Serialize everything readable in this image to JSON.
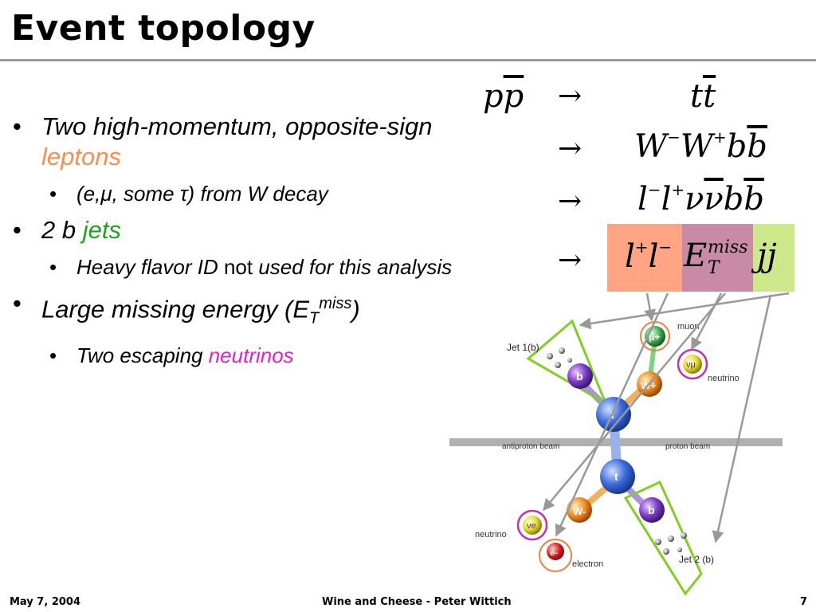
{
  "slide": {
    "title": "Event topology",
    "bullets": [
      {
        "pre": "Two high-momentum, opposite-sign ",
        "hl": "leptons"
      },
      {
        "text": "(e,μ, some τ) from W decay"
      },
      {
        "pre": "2 b ",
        "hl": "jets"
      },
      {
        "a": "Heavy flavor ID ",
        "b": "not",
        "c": " used for this analysis"
      },
      {
        "pre": "Large missing energy (E",
        "sub": "T",
        "sup": "miss",
        "post": ")"
      },
      {
        "pre": "Two escaping ",
        "hl": "neutrinos"
      }
    ]
  },
  "equations": {
    "arrow": "→",
    "row1_lhs_p": "p",
    "row1_lhs_pbar": "p",
    "row1_rhs_t": "t",
    "row1_rhs_tbar": "t",
    "row2_W": "W",
    "row2_b": "b",
    "row3_l": "l",
    "row3_nu": "ν",
    "row4_E": "E",
    "row4_miss": "miss",
    "row4_T": "T",
    "row4_jj": "jj",
    "minus": "−",
    "plus": "+"
  },
  "diagram": {
    "jet1_label": "Jet 1(b)",
    "jet2_label": "Jet 2 (b)",
    "muon": "muon",
    "neutrino": "neutrino",
    "electron": "electron",
    "antiproton_beam": "antiproton beam",
    "proton_beam": "proton beam",
    "mu_plus": "μ+",
    "nu_mu": "νμ",
    "nu_e": "νe",
    "W_plus": "W+",
    "W_minus": "W-",
    "b": "b",
    "t": "t",
    "e_minus": "e-"
  },
  "footer": {
    "date": "May 7, 2004",
    "center": "Wine and Cheese - Peter Wittich",
    "page": "7"
  },
  "colors": {
    "lepton_orange": "#ff8c4c",
    "jet_green": "#20a020",
    "neutrino_magenta": "#e020d0",
    "box_lepton": "#ffa584",
    "box_met": "#c98aa6",
    "box_jets": "#cde88a"
  }
}
